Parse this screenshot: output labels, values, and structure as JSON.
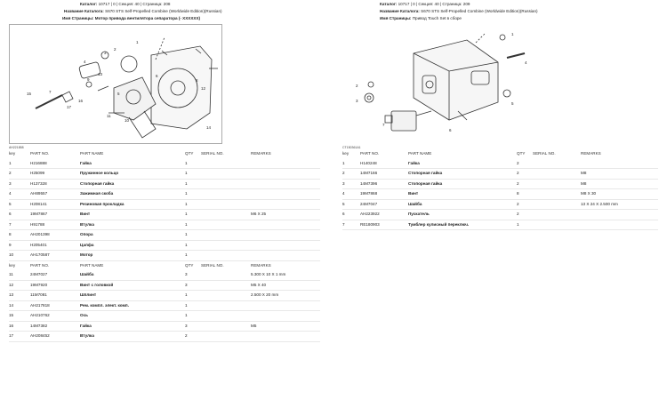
{
  "left": {
    "header": [
      {
        "label": "Каталог:",
        "value": "10717 | 0 | Секция: 40 | Страница: 208"
      },
      {
        "label": "Название Каталога:",
        "value": "S670 STS Self-Propelled Combine (Worldwide Edition)(Russian)"
      },
      {
        "label": "Имя Страницы:",
        "value": "Мотор привода вентилятора сепаратора (- XXXXXX)"
      }
    ],
    "figure_id": "AH221858",
    "columns": [
      "key",
      "PART NO.",
      "PART NAME",
      "QTY",
      "SERIAL NO.",
      "REMARKS"
    ],
    "rows": [
      {
        "key": "1",
        "part_no": "H216888",
        "name": "Гайка",
        "qty": "1",
        "serial": "",
        "remarks": ""
      },
      {
        "key": "2",
        "part_no": "H25099",
        "name": "Пружинное кольцо",
        "qty": "1",
        "serial": "",
        "remarks": ""
      },
      {
        "key": "3",
        "part_no": "H137328",
        "name": "Стопорная гайка",
        "qty": "1",
        "serial": "",
        "remarks": ""
      },
      {
        "key": "4",
        "part_no": "AH89557",
        "name": "Зажимная скоба",
        "qty": "1",
        "serial": "",
        "remarks": ""
      },
      {
        "key": "5",
        "part_no": "H208141",
        "name": "Резиновая прокладка",
        "qty": "1",
        "serial": "",
        "remarks": ""
      },
      {
        "key": "6",
        "part_no": "19M7867",
        "name": "Винт",
        "qty": "1",
        "serial": "",
        "remarks": "M6 X 25"
      },
      {
        "key": "7",
        "part_no": "H91788",
        "name": "Втулка",
        "qty": "1",
        "serial": "",
        "remarks": ""
      },
      {
        "key": "8",
        "part_no": "AH201398",
        "name": "Опора",
        "qty": "1",
        "serial": "",
        "remarks": ""
      },
      {
        "key": "9",
        "part_no": "H205401",
        "name": "Цапфа",
        "qty": "1",
        "serial": "",
        "remarks": ""
      },
      {
        "key": "10",
        "part_no": "AH170587",
        "name": "Мотор",
        "qty": "1",
        "serial": "",
        "remarks": ""
      }
    ],
    "rows2": [
      {
        "key": "11",
        "part_no": "24M7027",
        "name": "Шайба",
        "qty": "3",
        "serial": "",
        "remarks": "5.300 X 10 X 1 mm"
      },
      {
        "key": "12",
        "part_no": "19M7920",
        "name": "Винт с головкой",
        "qty": "3",
        "serial": "",
        "remarks": "M5 X 40"
      },
      {
        "key": "13",
        "part_no": "11M7081",
        "name": "Шплинт",
        "qty": "1",
        "serial": "",
        "remarks": "2.500 X 20 mm"
      },
      {
        "key": "14",
        "part_no": "AH217818",
        "name": "Рем. компл. элект. комп.",
        "qty": "1",
        "serial": "",
        "remarks": ""
      },
      {
        "key": "15",
        "part_no": "AH210762",
        "name": "Ось",
        "qty": "1",
        "serial": "",
        "remarks": ""
      },
      {
        "key": "16",
        "part_no": "14M7382",
        "name": "Гайка",
        "qty": "3",
        "serial": "",
        "remarks": "M5"
      },
      {
        "key": "17",
        "part_no": "AH208452",
        "name": "Втулка",
        "qty": "2",
        "serial": "",
        "remarks": ""
      }
    ]
  },
  "right": {
    "header": [
      {
        "label": "Каталог:",
        "value": "10717 | 0 | Секция: 40 | Страница: 209"
      },
      {
        "label": "Название Каталога:",
        "value": "S670 STS Self-Propelled Combine (Worldwide Edition)(Russian)"
      },
      {
        "label": "Имя Страницы:",
        "value": "Привод Touch Set в сборе"
      }
    ],
    "figure_id": "CT150361A1",
    "columns": [
      "key",
      "PART NO.",
      "PART NAME",
      "QTY",
      "SERIAL NO.",
      "REMARKS"
    ],
    "rows": [
      {
        "key": "1",
        "part_no": "H140248",
        "name": "Гайка",
        "qty": "2",
        "serial": "",
        "remarks": ""
      },
      {
        "key": "2",
        "part_no": "14M7166",
        "name": "Стопорная гайка",
        "qty": "2",
        "serial": "",
        "remarks": "M8"
      },
      {
        "key": "3",
        "part_no": "14M7396",
        "name": "Стопорная гайка",
        "qty": "2",
        "serial": "",
        "remarks": "M8"
      },
      {
        "key": "4",
        "part_no": "19M7868",
        "name": "Винт",
        "qty": "8",
        "serial": "",
        "remarks": "M8 X 30"
      },
      {
        "key": "5",
        "part_no": "24M7047",
        "name": "Шайба",
        "qty": "2",
        "serial": "",
        "remarks": "13 X 24 X 2.500 mm"
      },
      {
        "key": "6",
        "part_no": "AH223922",
        "name": "Пускатель",
        "qty": "2",
        "serial": "",
        "remarks": ""
      },
      {
        "key": "7",
        "part_no": "RE180903",
        "name": "Тумблер кулисный переключ.",
        "qty": "1",
        "serial": "",
        "remarks": ""
      }
    ]
  }
}
